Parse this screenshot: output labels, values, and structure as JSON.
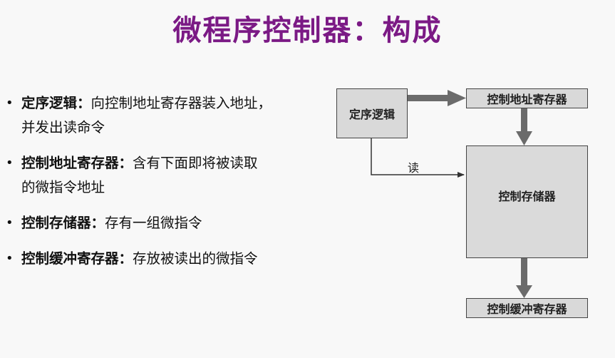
{
  "title": "微程序控制器：构成",
  "bullets": [
    {
      "term": "定序逻辑：",
      "text": "向控制地址寄存器装入地址，",
      "text2": "并发出读命令"
    },
    {
      "term": "控制地址寄存器：",
      "text": "含有下面即将被读取",
      "text2": "的微指令地址"
    },
    {
      "term": "控制存储器：",
      "text": "存有一组微指令",
      "text2": ""
    },
    {
      "term": "控制缓冲寄存器：",
      "text": "存放被读出的微指令",
      "text2": ""
    }
  ],
  "diagram": {
    "sequencing_logic": "定序逻辑",
    "control_address_register": "控制地址寄存器",
    "control_memory": "控制存储器",
    "control_buffer_register": "控制缓冲寄存器",
    "read_label": "读"
  }
}
